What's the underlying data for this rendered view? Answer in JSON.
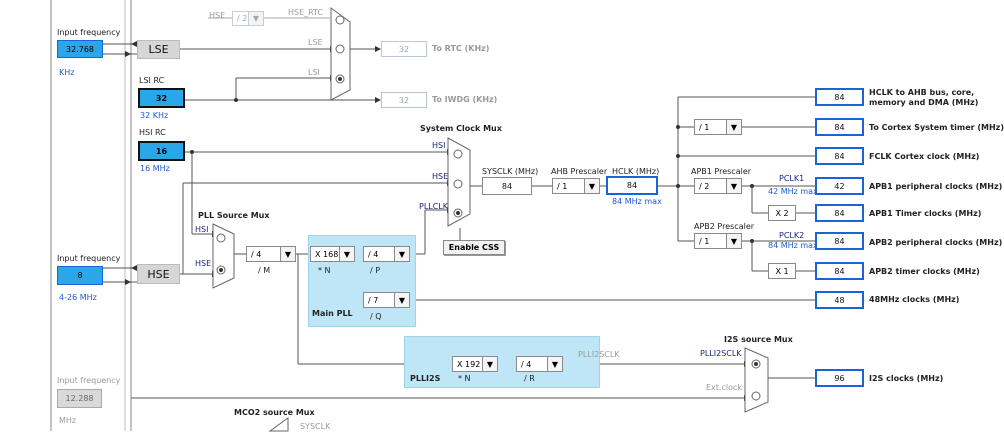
{
  "left_panel": {
    "hse_in": {
      "title": "Input frequency",
      "value": "32.768",
      "unit": "KHz"
    },
    "lse_label": "LSE",
    "lsi": {
      "title": "LSI RC",
      "value": "32",
      "unit": "32 KHz"
    },
    "hsi": {
      "title": "HSI RC",
      "value": "16",
      "unit": "16 MHz"
    },
    "hse_main": {
      "title": "Input frequency",
      "value": "8",
      "unit": "4-26 MHz"
    },
    "hse_label": "HSE",
    "ext": {
      "title": "Input frequency",
      "value": "12.288",
      "unit": "MHz"
    }
  },
  "rtc": {
    "hse_label": "HSE",
    "div_value": "/ 2",
    "hse_rtc_label": "HSE_RTC",
    "lse_label": "LSE",
    "lsi_label": "LSI",
    "rtc_value": "32",
    "rtc_label": "To RTC (KHz)",
    "iwdg_value": "32",
    "iwdg_label": "To IWDG (KHz)"
  },
  "sysclk_mux": {
    "title": "System Clock Mux",
    "hsi": "HSI",
    "hse": "HSE",
    "pllclk": "PLLCLK",
    "enable_css": "Enable CSS"
  },
  "pll_source_mux": {
    "title": "PLL Source Mux",
    "hsi": "HSI",
    "hse": "HSE",
    "m_value": "/ 4",
    "m_label": "/ M"
  },
  "main_pll": {
    "title": "Main PLL",
    "n_value": "X 168",
    "n_label": "* N",
    "p_value": "/ 4",
    "p_label": "/ P",
    "q_value": "/ 7",
    "q_label": "/ Q"
  },
  "plli2s": {
    "title": "PLLI2S",
    "n_value": "X 192",
    "n_label": "* N",
    "r_value": "/ 4",
    "r_label": "/ R",
    "out_label": "PLLI2SCLK"
  },
  "sysclk": {
    "label": "SYSCLK (MHz)",
    "value": "84"
  },
  "ahb": {
    "label": "AHB Prescaler",
    "value": "/ 1",
    "hclk_label": "HCLK (MHz)",
    "hclk_value": "84",
    "hclk_max": "84 MHz max"
  },
  "apb1": {
    "label": "APB1 Prescaler",
    "value": "/ 2",
    "pclk": "PCLK1",
    "max": "42 MHz max",
    "timer_mult": "X 2"
  },
  "apb2": {
    "label": "APB2 Prescaler",
    "value": "/ 1",
    "pclk": "PCLK2",
    "max": "84 MHz max",
    "timer_mult": "X 1"
  },
  "cortex_div": "/ 1",
  "i2s_mux": {
    "title": "I2S source Mux",
    "plli2sclk": "PLLI2SCLK",
    "ext": "Ext.clock"
  },
  "mco2": {
    "title": "MCO2 source Mux",
    "sysclk": "SYSCLK"
  },
  "outputs": [
    {
      "value": "84",
      "label": "HCLK to AHB bus, core,",
      "label2": "memory and DMA (MHz)"
    },
    {
      "value": "84",
      "label": "To Cortex System timer (MHz)"
    },
    {
      "value": "84",
      "label": "FCLK Cortex clock (MHz)"
    },
    {
      "value": "42",
      "label": "APB1 peripheral clocks (MHz)"
    },
    {
      "value": "84",
      "label": "APB1 Timer clocks (MHz)"
    },
    {
      "value": "84",
      "label": "APB2 peripheral clocks (MHz)"
    },
    {
      "value": "84",
      "label": "APB2 timer clocks (MHz)"
    },
    {
      "value": "48",
      "label": "48MHz clocks (MHz)"
    },
    {
      "value": "96",
      "label": "I2S clocks (MHz)"
    }
  ]
}
